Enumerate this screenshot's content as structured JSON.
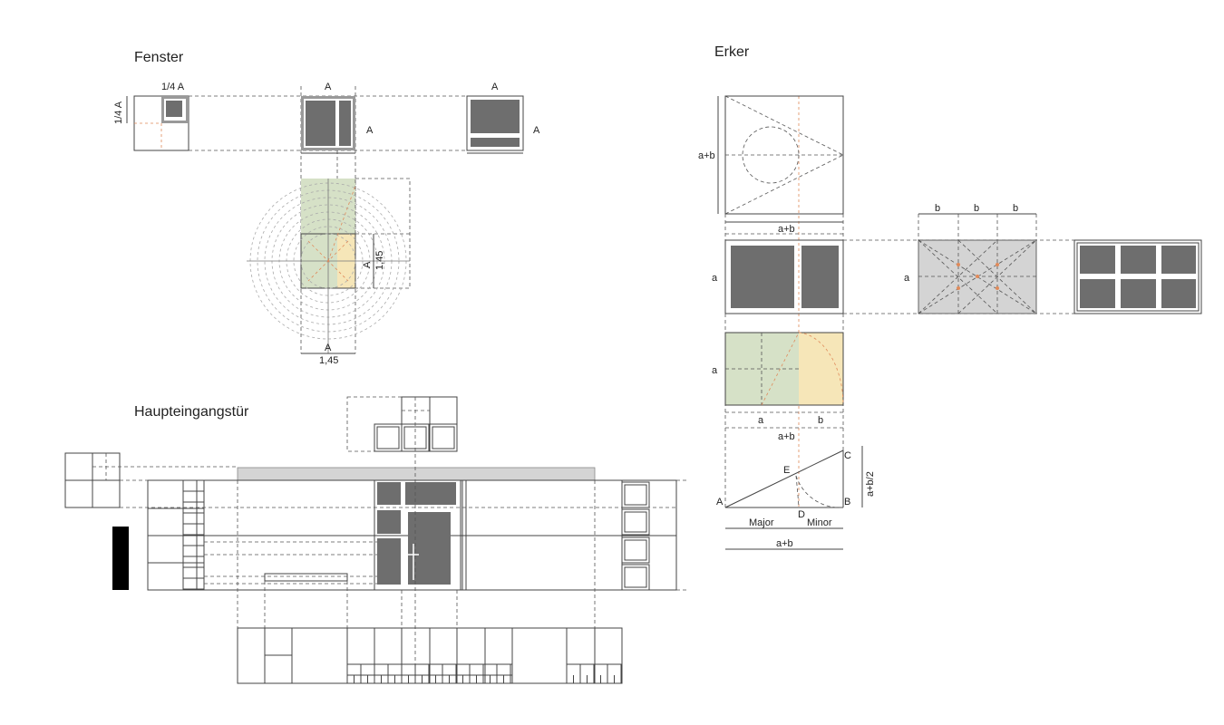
{
  "fenster": {
    "title": "Fenster",
    "label_quarter_top": "1/4 A",
    "label_quarter_side": "1/4 A",
    "label_a_mid_top": "A",
    "label_a_mid_side": "A",
    "label_a_right_top": "A",
    "label_a_right_side": "A",
    "dim_vertical_a": "A",
    "dim_vertical_value": "1,45",
    "dim_bottom_a": "A",
    "dim_bottom_value": "1,45"
  },
  "haupteingang": {
    "title": "Haupteingangstür"
  },
  "erker": {
    "title": "Erker",
    "label_top_ab": "a+b",
    "label_under_top": "a+b",
    "label_window_a": "a",
    "label_grid_a": "a",
    "label_b1": "b",
    "label_b2": "b",
    "label_b3": "b",
    "label_golden_a": "a",
    "label_under_a": "a",
    "label_under_b": "b",
    "label_under_ab": "a+b",
    "point_a": "A",
    "point_b": "B",
    "point_c": "C",
    "point_d": "D",
    "point_e": "E",
    "label_height": "a+b/2",
    "label_major": "Major",
    "label_minor": "Minor",
    "label_total": "a+b"
  },
  "colors": {
    "green": "#d6e1c7",
    "yellow": "#f6e6b8",
    "gray": "#d4d4d4",
    "pane": "#6e6e6e",
    "orange": "#e08a5a"
  }
}
